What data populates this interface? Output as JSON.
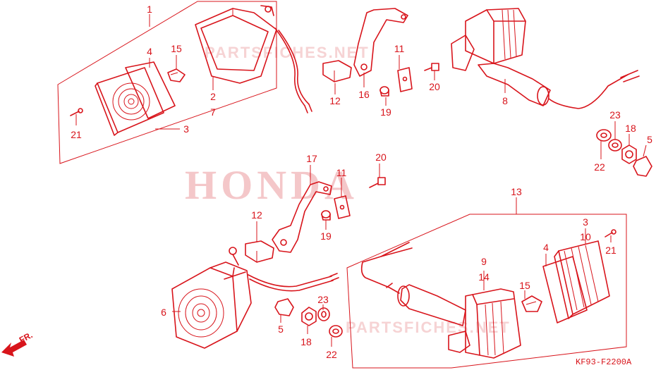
{
  "watermark": {
    "brand": "HONDA",
    "site_top": "PARTSFICHES.NET",
    "site_bottom": "PARTSFICHES.NET"
  },
  "diagram_code": "KF93-F2200A",
  "direction_marker": "FR.",
  "callouts": {
    "c1": "1",
    "c4a": "4",
    "c15a": "15",
    "c21a": "21",
    "c3a": "3",
    "c2": "2",
    "c7": "7",
    "c12a": "12",
    "c16": "16",
    "c11a": "11",
    "c19a": "19",
    "c20a": "20",
    "c8": "8",
    "c23a": "23",
    "c18a": "18",
    "c5a": "5",
    "c22a": "22",
    "c17": "17",
    "c11b": "11",
    "c20b": "20",
    "c12b": "12",
    "c19b": "19",
    "c13": "13",
    "c3b": "3",
    "c10": "10",
    "c21b": "21",
    "c4b": "4",
    "c9": "9",
    "c14": "14",
    "c15b": "15",
    "c6": "6",
    "c5b": "5",
    "c23b": "23",
    "c18b": "18",
    "c22b": "22"
  }
}
